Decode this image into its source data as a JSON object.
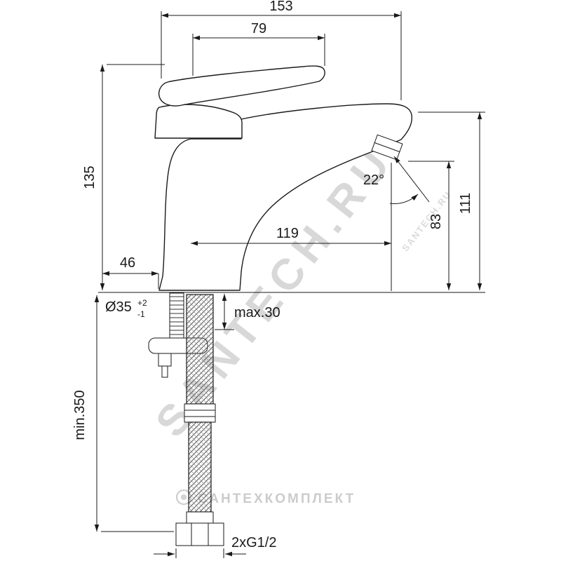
{
  "drawing": {
    "dims": {
      "total_width": "153",
      "handle_length": "79",
      "body_height": "135",
      "base_offset": "46",
      "spout_reach": "119",
      "stream_angle": "22°",
      "spout_height": "83",
      "total_height": "111",
      "hole_diameter": "Ø35",
      "hole_tol_plus": "+2",
      "hole_tol_minus": "-1",
      "max_deck_thickness": "max.30",
      "min_hose_length": "min.350",
      "connection_thread": "2xG1/2"
    },
    "watermarks": {
      "diagonal": "SANTECH.RU",
      "diagonal_small": "SANTECH.RU",
      "footer": "САНТЕХКОМПЛЕКТ"
    }
  }
}
